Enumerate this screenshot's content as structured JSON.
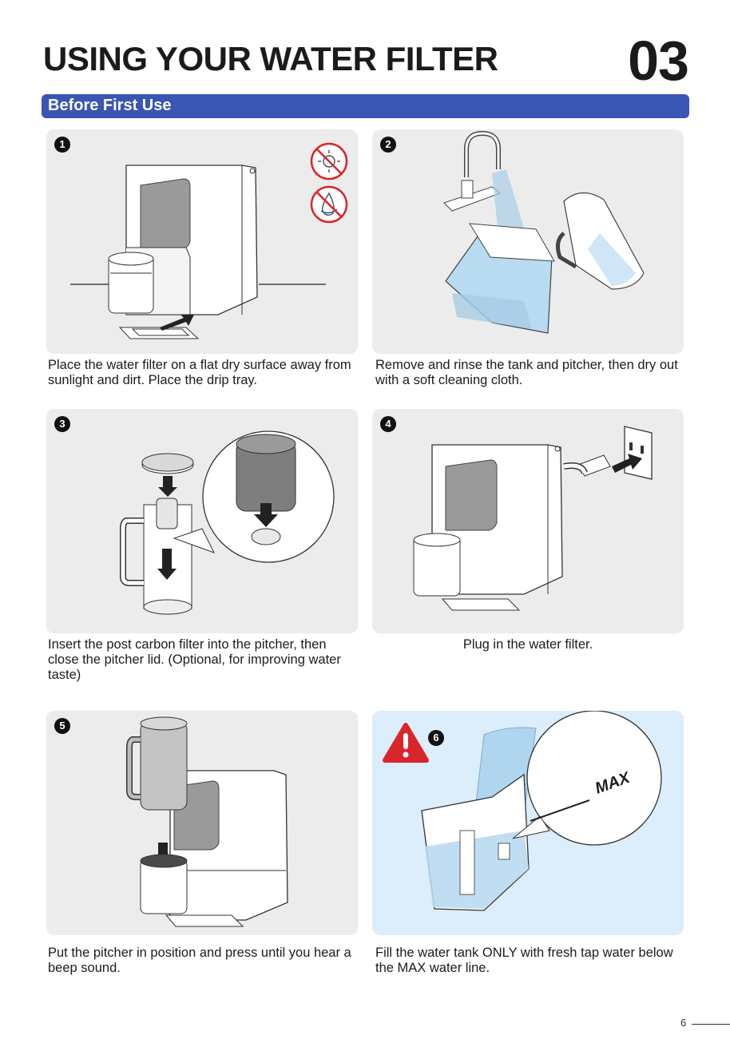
{
  "header": {
    "title": "USING YOUR WATER FILTER",
    "chapter": "03",
    "section": "Before First Use"
  },
  "steps": [
    {
      "number": "1",
      "caption": "Place the water filter on a flat dry surface away from sunlight and dirt. Place the drip tray."
    },
    {
      "number": "2",
      "caption": "Remove and rinse the tank and pitcher, then dry out with a soft cleaning cloth."
    },
    {
      "number": "3",
      "caption": "Insert the post carbon filter into the pitcher, then close the pitcher lid. (Optional, for improving water taste)"
    },
    {
      "number": "4",
      "caption": "Plug in the water filter."
    },
    {
      "number": "5",
      "caption": "Put the pitcher in position and press until you hear a beep sound."
    },
    {
      "number": "6",
      "caption": "Fill the water tank ONLY with fresh tap water below the MAX water line.",
      "max_label": "MAX",
      "warning_icon": "exclamation-warning-icon"
    }
  ],
  "icons": [
    "no-sunlight-icon",
    "no-water-splash-icon",
    "arrow-icon",
    "plug-icon",
    "outlet-icon",
    "faucet-icon"
  ],
  "colors": {
    "accent": "#3a55b4",
    "panel": "#ececec",
    "panel_highlight": "#dceefb",
    "warning": "#d9262c"
  },
  "footer": {
    "page_number": "6"
  }
}
